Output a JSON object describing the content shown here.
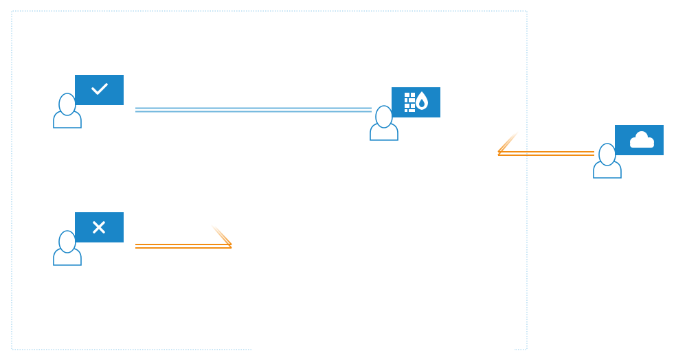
{
  "diagram": {
    "nodes": [
      {
        "id": "user-allowed",
        "badge_icon": "checkmark-icon",
        "role": "permitted user"
      },
      {
        "id": "user-firewall",
        "badge_icon": "firewall-icon",
        "role": "firewall"
      },
      {
        "id": "user-blocked",
        "badge_icon": "x-icon",
        "role": "blocked user"
      },
      {
        "id": "user-cloud",
        "badge_icon": "cloud-icon",
        "role": "cloud service"
      }
    ],
    "connections": [
      {
        "from": "user-allowed",
        "to": "user-firewall",
        "style": "allowed"
      },
      {
        "from": "user-blocked",
        "to": "boundary",
        "style": "blocked"
      },
      {
        "from": "user-cloud",
        "to": "boundary",
        "style": "blocked"
      }
    ]
  },
  "colors": {
    "badge": "#1a86c8",
    "person_stroke": "#1a86c8",
    "allowed_line": "#6eb6dc",
    "blocked_line": "#f28c12",
    "boundary": "#8fcbec",
    "background": "#ffffff"
  }
}
